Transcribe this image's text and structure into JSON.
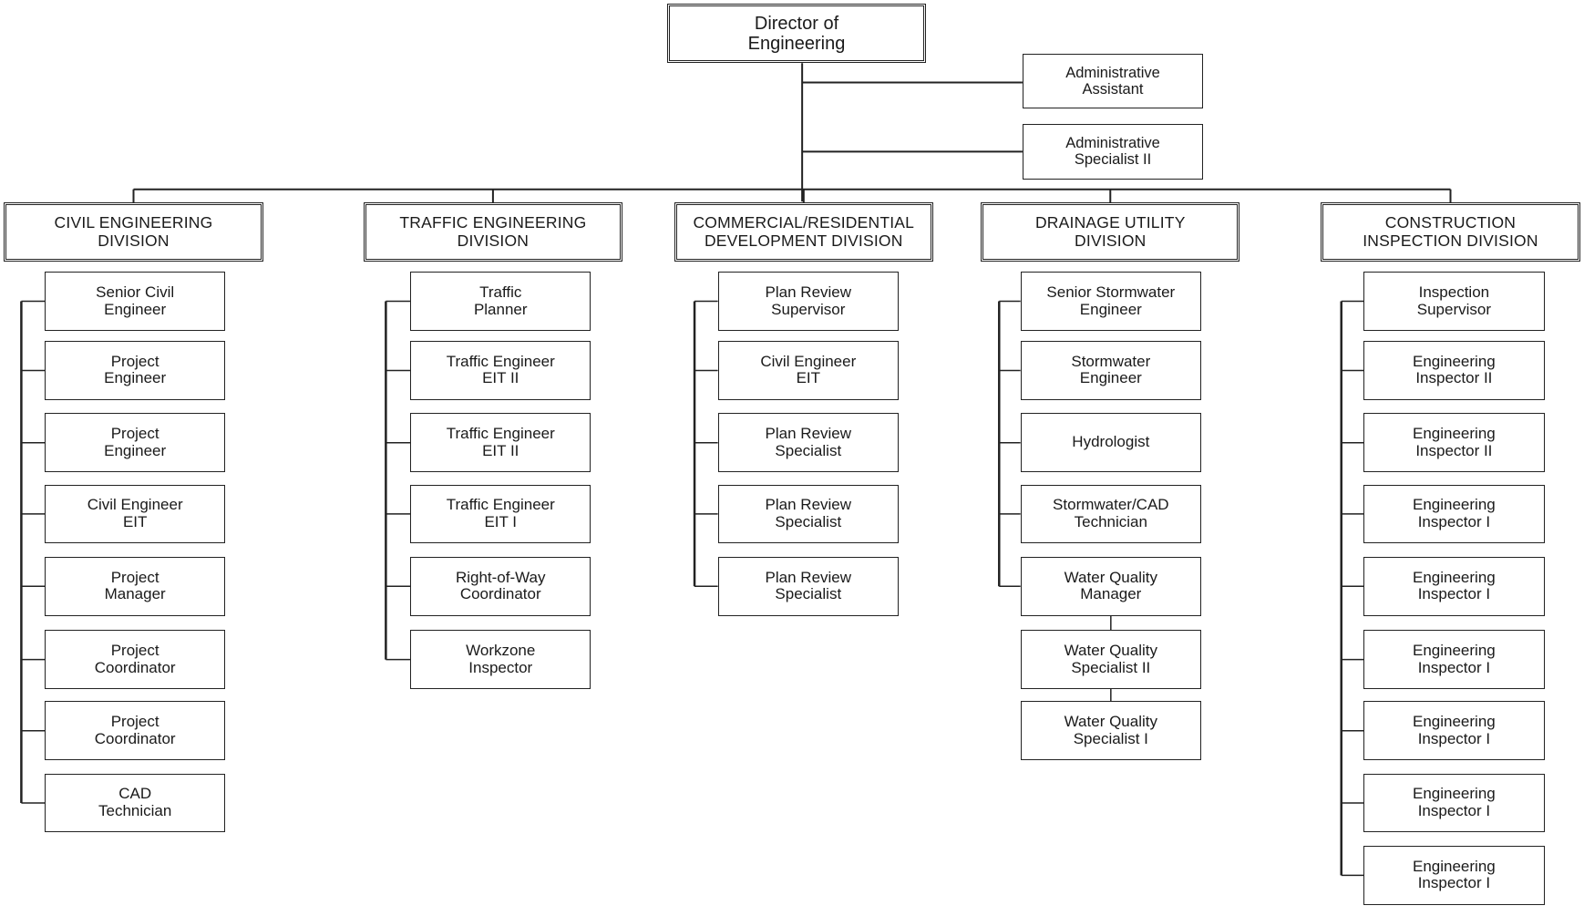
{
  "director": {
    "title": "Director of\nEngineering"
  },
  "staff": [
    {
      "title": "Administrative\nAssistant"
    },
    {
      "title": "Administrative\nSpecialist II"
    }
  ],
  "divisions": [
    {
      "id": "civil",
      "title": "CIVIL ENGINEERING\nDIVISION",
      "positions": [
        "Senior Civil\nEngineer",
        "Project\nEngineer",
        "Project\nEngineer",
        "Civil Engineer\nEIT",
        "Project\nManager",
        "Project\nCoordinator",
        "Project\nCoordinator",
        "CAD\nTechnician"
      ]
    },
    {
      "id": "traffic",
      "title": "TRAFFIC ENGINEERING\nDIVISION",
      "positions": [
        "Traffic\nPlanner",
        "Traffic Engineer\nEIT II",
        "Traffic Engineer\nEIT II",
        "Traffic Engineer\nEIT I",
        "Right-of-Way\nCoordinator",
        "Workzone\nInspector"
      ]
    },
    {
      "id": "commercial",
      "title": "COMMERCIAL/RESIDENTIAL\nDEVELOPMENT DIVISION",
      "positions": [
        "Plan Review\nSupervisor",
        "Civil Engineer\nEIT",
        "Plan Review\nSpecialist",
        "Plan Review\nSpecialist",
        "Plan Review\nSpecialist"
      ]
    },
    {
      "id": "drainage",
      "title": "DRAINAGE UTILITY\nDIVISION",
      "positions": [
        "Senior Stormwater\nEngineer",
        "Stormwater\nEngineer",
        "Hydrologist",
        "Stormwater/CAD\nTechnician",
        "Water Quality\nManager",
        "Water Quality\nSpecialist II",
        "Water Quality\nSpecialist I"
      ]
    },
    {
      "id": "construction",
      "title": "CONSTRUCTION\nINSPECTION DIVISION",
      "positions": [
        "Inspection\nSupervisor",
        "Engineering\nInspector II",
        "Engineering\nInspector II",
        "Engineering\nInspector I",
        "Engineering\nInspector I",
        "Engineering\nInspector I",
        "Engineering\nInspector I",
        "Engineering\nInspector I",
        "Engineering\nInspector I"
      ]
    }
  ]
}
